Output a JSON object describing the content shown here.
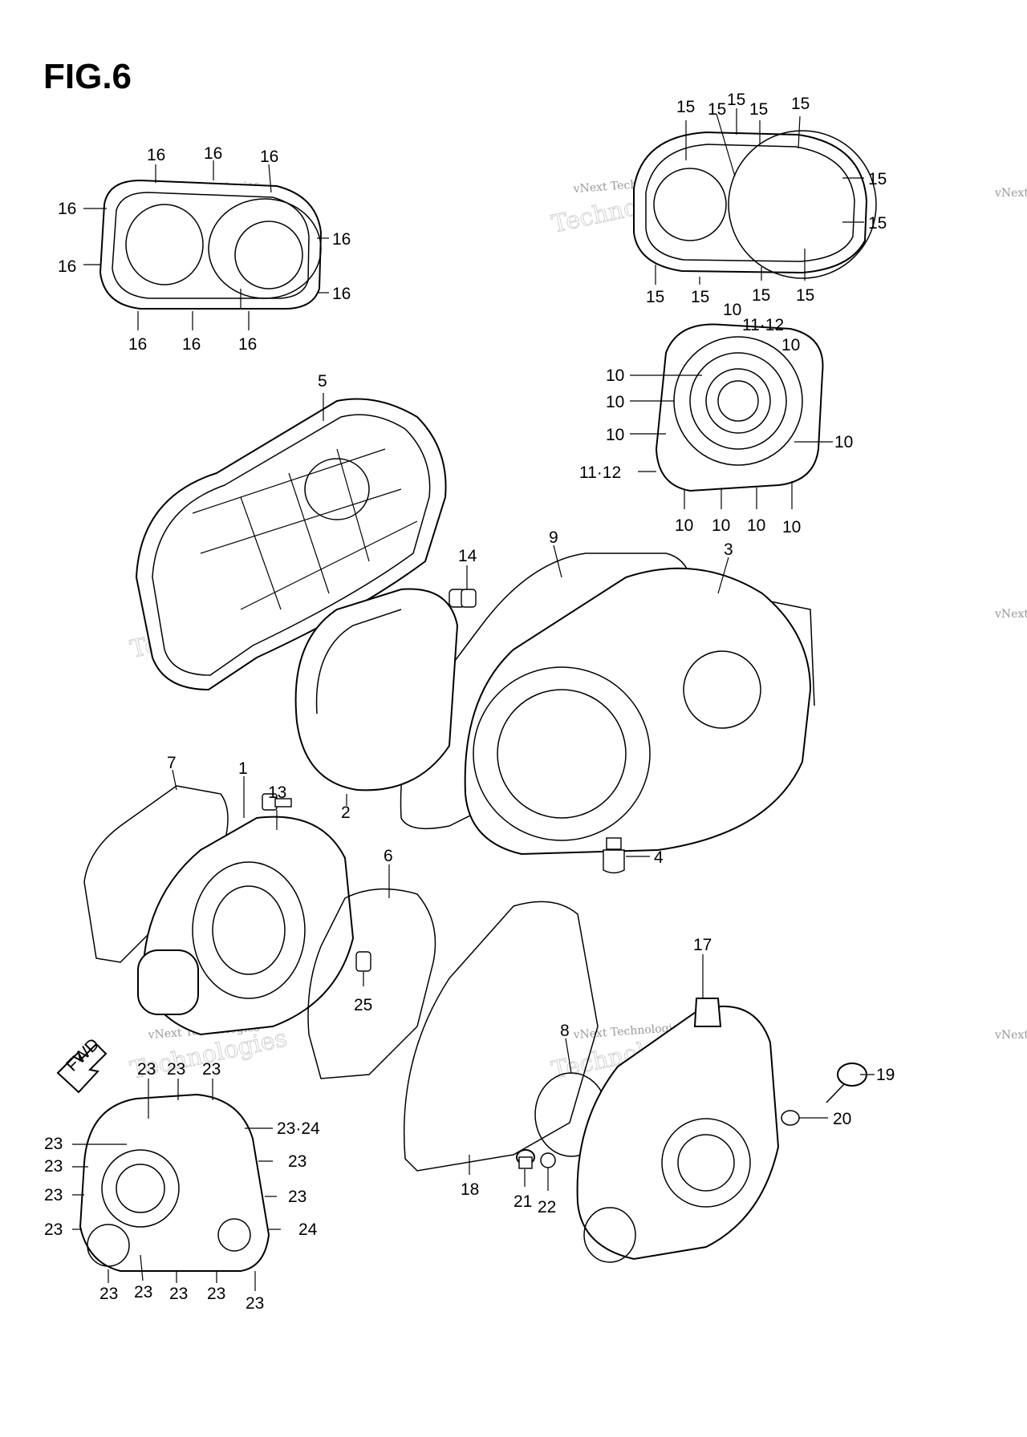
{
  "figure": {
    "title": "FIG.6"
  },
  "watermark": {
    "line1": "vNext Technologies",
    "line2": "vNext",
    "line3": "Technologies"
  },
  "fwd_label": "FWD",
  "callouts": [
    {
      "id": "c16a",
      "text": "16"
    },
    {
      "id": "c16b",
      "text": "16"
    },
    {
      "id": "c16c",
      "text": "16"
    },
    {
      "id": "c16d",
      "text": "16"
    },
    {
      "id": "c16e",
      "text": "16"
    },
    {
      "id": "c16f",
      "text": "16"
    },
    {
      "id": "c16g",
      "text": "16"
    },
    {
      "id": "c16h",
      "text": "16"
    },
    {
      "id": "c16i",
      "text": "16"
    },
    {
      "id": "c16j",
      "text": "16"
    },
    {
      "id": "c15a",
      "text": "15"
    },
    {
      "id": "c15b",
      "text": "15"
    },
    {
      "id": "c15c",
      "text": "15"
    },
    {
      "id": "c15d",
      "text": "15"
    },
    {
      "id": "c15e",
      "text": "15"
    },
    {
      "id": "c15f",
      "text": "15"
    },
    {
      "id": "c15g",
      "text": "15"
    },
    {
      "id": "c15h",
      "text": "15"
    },
    {
      "id": "c15i",
      "text": "15"
    },
    {
      "id": "c15j",
      "text": "15"
    },
    {
      "id": "c15k",
      "text": "15"
    },
    {
      "id": "c10a",
      "text": "10"
    },
    {
      "id": "c1112a",
      "text": "11·12"
    },
    {
      "id": "c10b",
      "text": "10"
    },
    {
      "id": "c10c",
      "text": "10"
    },
    {
      "id": "c10d",
      "text": "10"
    },
    {
      "id": "c10e",
      "text": "10"
    },
    {
      "id": "c10f",
      "text": "10"
    },
    {
      "id": "c1112b",
      "text": "11·12"
    },
    {
      "id": "c10g",
      "text": "10"
    },
    {
      "id": "c10h",
      "text": "10"
    },
    {
      "id": "c10i",
      "text": "10"
    },
    {
      "id": "c10j",
      "text": "10"
    },
    {
      "id": "c5",
      "text": "5"
    },
    {
      "id": "c9",
      "text": "9"
    },
    {
      "id": "c3",
      "text": "3"
    },
    {
      "id": "c14",
      "text": "14"
    },
    {
      "id": "c7",
      "text": "7"
    },
    {
      "id": "c1",
      "text": "1"
    },
    {
      "id": "c13",
      "text": "13"
    },
    {
      "id": "c2",
      "text": "2"
    },
    {
      "id": "c4",
      "text": "4"
    },
    {
      "id": "c6",
      "text": "6"
    },
    {
      "id": "c25",
      "text": "25"
    },
    {
      "id": "c17",
      "text": "17"
    },
    {
      "id": "c8",
      "text": "8"
    },
    {
      "id": "c19",
      "text": "19"
    },
    {
      "id": "c20",
      "text": "20"
    },
    {
      "id": "c18",
      "text": "18"
    },
    {
      "id": "c21",
      "text": "21"
    },
    {
      "id": "c22",
      "text": "22"
    },
    {
      "id": "c23a",
      "text": "23"
    },
    {
      "id": "c23b",
      "text": "23"
    },
    {
      "id": "c23c",
      "text": "23"
    },
    {
      "id": "c2324",
      "text": "23·24"
    },
    {
      "id": "c23d",
      "text": "23"
    },
    {
      "id": "c23e",
      "text": "23"
    },
    {
      "id": "c23f",
      "text": "23"
    },
    {
      "id": "c23g",
      "text": "23"
    },
    {
      "id": "c23h",
      "text": "23"
    },
    {
      "id": "c23i",
      "text": "23"
    },
    {
      "id": "c24",
      "text": "24"
    },
    {
      "id": "c23j",
      "text": "23"
    },
    {
      "id": "c23k",
      "text": "23"
    },
    {
      "id": "c23l",
      "text": "23"
    },
    {
      "id": "c23m",
      "text": "23"
    },
    {
      "id": "c23n",
      "text": "23"
    }
  ]
}
